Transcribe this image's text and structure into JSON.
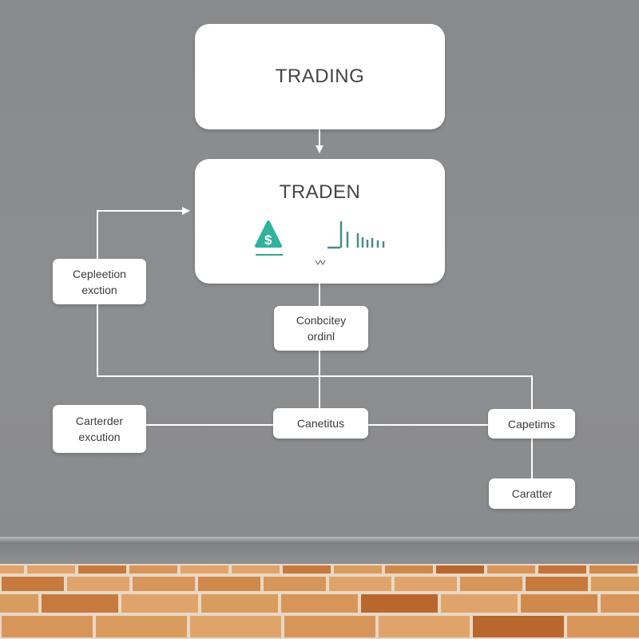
{
  "diagram": {
    "nodes": {
      "trading": {
        "label": "TRADING"
      },
      "traden": {
        "label": "TRADEN"
      },
      "collection_execution": {
        "line1": "Cepleetion",
        "line2": "exction"
      },
      "connectivity_ordinal": {
        "line1": "Conbcitey",
        "line2": "ordinl"
      },
      "carterder_execution": {
        "line1": "Carterder",
        "line2": "excution"
      },
      "canetitus": {
        "label": "Canetitus"
      },
      "capetims": {
        "label": "Capetims"
      },
      "caratter": {
        "label": "Caratter"
      }
    },
    "icons": {
      "dollar": "dollar-triangle-icon",
      "chart": "bar-chart-icon",
      "dollar_symbol": "$"
    },
    "colors": {
      "accent": "#2fb39a",
      "chart_stroke": "#4a8a8a",
      "line": "#ffffff",
      "box": "#ffffff",
      "wall": "#8a8b8d",
      "floor": "#c98850"
    }
  }
}
